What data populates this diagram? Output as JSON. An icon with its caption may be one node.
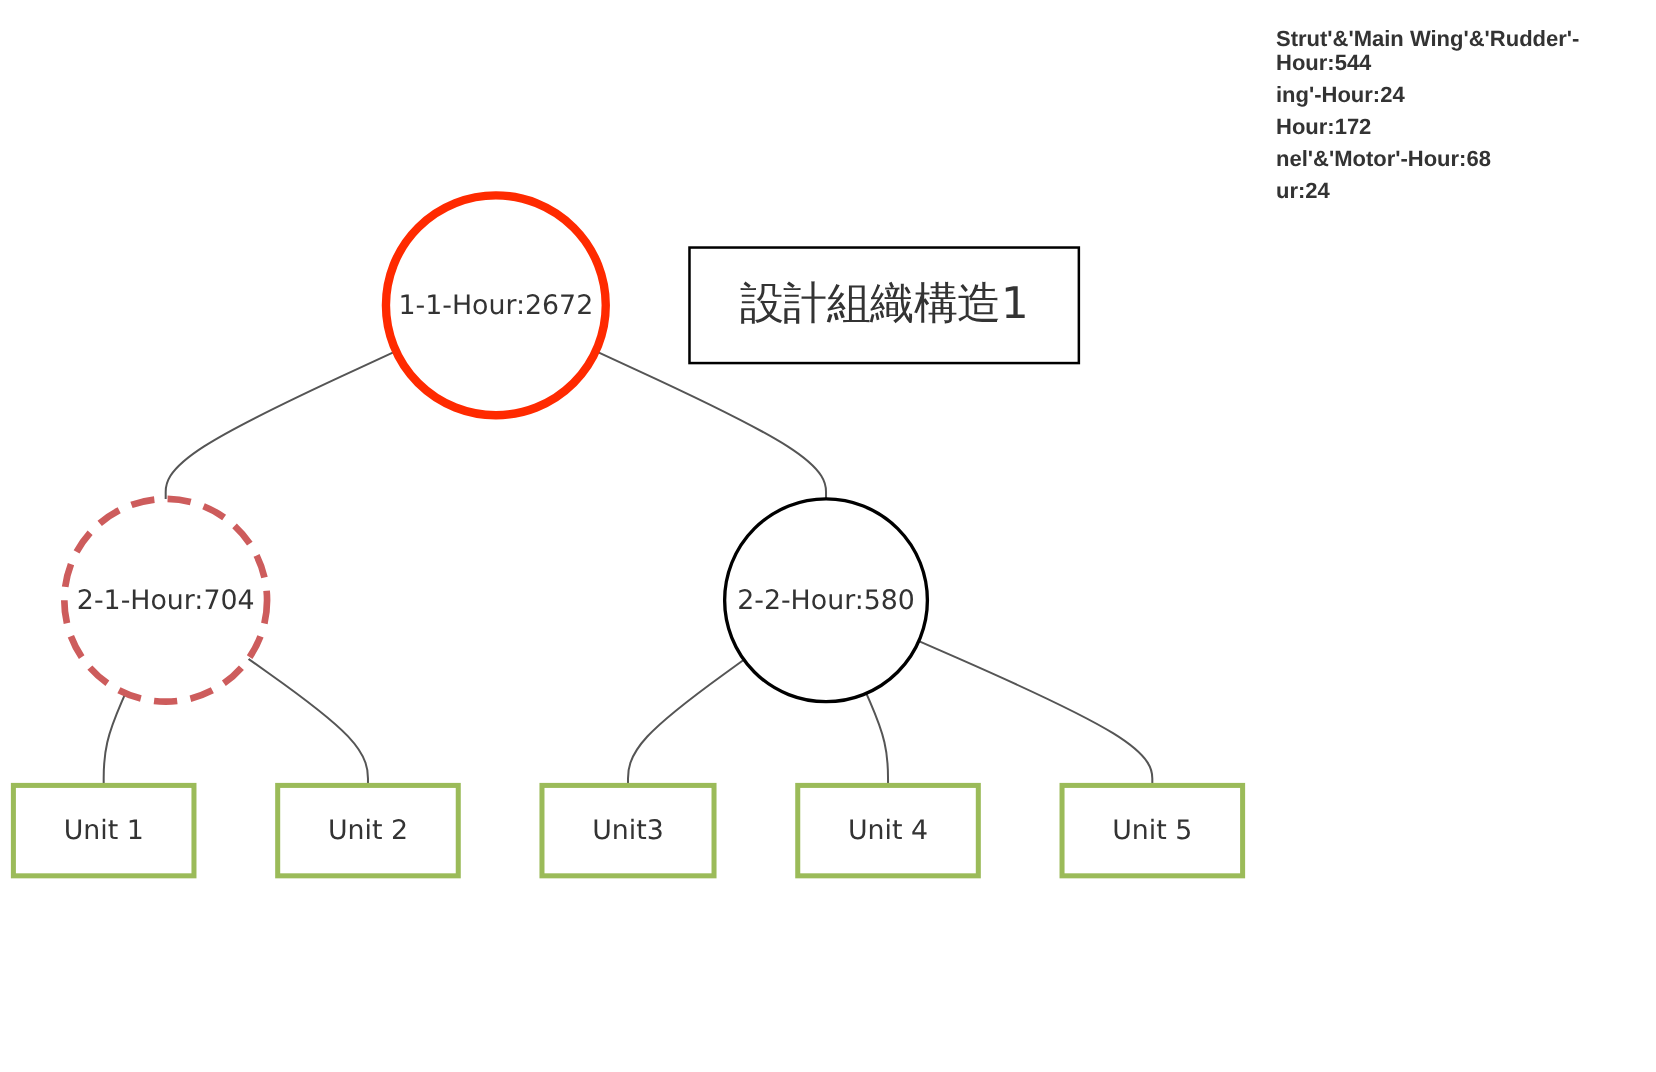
{
  "diagram": {
    "nodes": [
      {
        "text": [
          "1-1-Hour:2672"
        ]
      },
      {
        "text": [
          "設計組織構造1"
        ]
      },
      {
        "text": [
          "2-1-Hour:704"
        ]
      },
      {
        "text": [
          "2-2-Hour:580"
        ]
      },
      {
        "text": [
          "Unit 1"
        ]
      },
      {
        "text": [
          "Unit 5"
        ]
      },
      {
        "text": [
          "Unit 2"
        ]
      },
      {
        "text": [
          "Unit3"
        ]
      },
      {
        "text": [
          "Unit 4"
        ]
      }
    ],
    "edges": [
      {
        "from": 0,
        "to": 2,
        "arrow": "none"
      },
      {
        "from": 0,
        "to": 3,
        "arrow": "none"
      },
      {
        "from": 2,
        "to": 4,
        "arrow": "none"
      },
      {
        "from": 2,
        "to": 6,
        "arrow": "none"
      },
      {
        "from": 3,
        "to": 7,
        "arrow": "none"
      },
      {
        "from": 3,
        "to": 8,
        "arrow": "none"
      },
      {
        "from": 3,
        "to": 5,
        "arrow": "none"
      }
    ],
    "labels": [
      "Strut'&'Main Wing'&'Rudder'-Hour:544",
      "ing'-Hour:24",
      "Hour:172",
      "nel'&'Motor'-Hour:68",
      "ur:24"
    ]
  }
}
